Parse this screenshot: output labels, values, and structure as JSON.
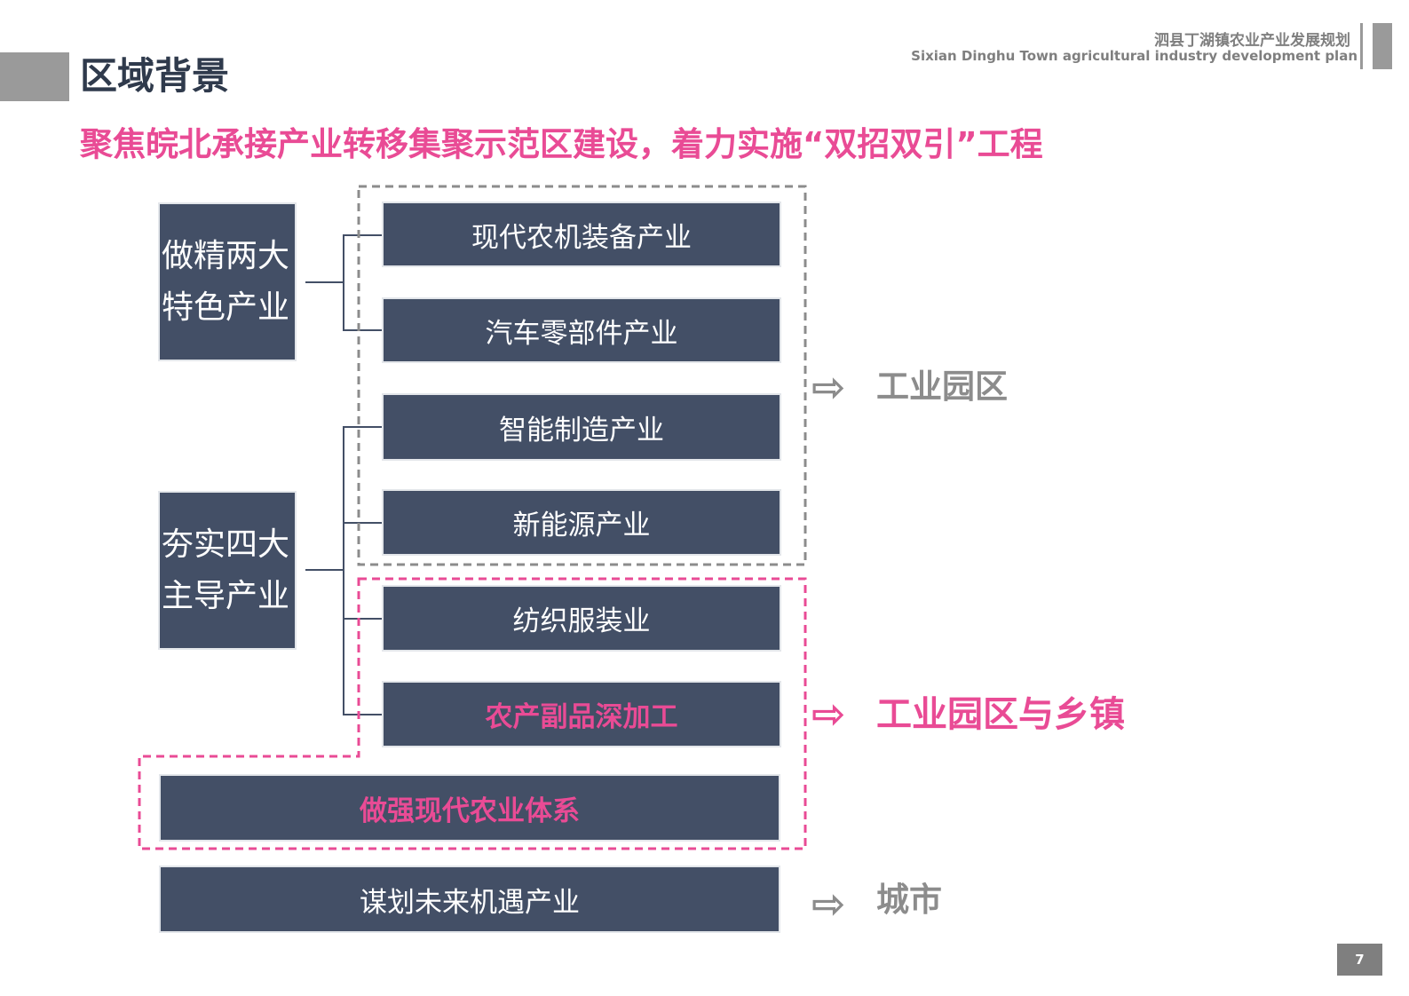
{
  "header": {
    "title": "区域背景",
    "doc_title_cn": "泗县丁湖镇农业产业发展规划",
    "doc_title_en": "Sixian Dinghu Town agricultural industry development plan"
  },
  "subtitle": "聚焦皖北承接产业转移集聚示范区建设，着力实施“双招双引”工程",
  "left_groups": [
    {
      "line1": "做精两大",
      "line2": "特色产业"
    },
    {
      "line1": "夯实四大",
      "line2": "主导产业"
    }
  ],
  "industries": [
    "现代农机装备产业",
    "汽车零部件产业",
    "智能制造产业",
    "新能源产业",
    "纺织服装业",
    "农产副品深加工"
  ],
  "wide_boxes": [
    "做强现代农业体系",
    "谋划未来机遇产业"
  ],
  "destinations": [
    {
      "arrow": "⇨",
      "label": "工业园区"
    },
    {
      "arrow": "⇨",
      "label": "工业园区与乡镇"
    },
    {
      "arrow": "⇨",
      "label": "城市"
    }
  ],
  "page_number": "7",
  "colors": {
    "box": "#434f66",
    "accent_pink": "#e94b95",
    "gray": "#8c8c8c"
  }
}
